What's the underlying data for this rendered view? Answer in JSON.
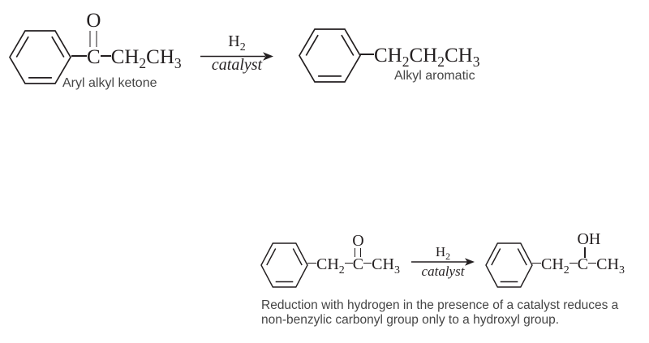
{
  "figure": {
    "background": "#ffffff",
    "ink_color": "#231f20",
    "label_color": "#454545"
  },
  "reaction_top": {
    "reactant": {
      "carbonyl_carbon": "C",
      "carbonyl_oxygen": "O",
      "chain_1": "CH",
      "chain_1_sub": "2",
      "chain_2": "CH",
      "chain_2_sub": "3",
      "label": "Aryl alkyl ketone"
    },
    "conditions": {
      "above": "H",
      "above_sub": "2",
      "below": "catalyst"
    },
    "product": {
      "chain_1": "CH",
      "chain_1_sub": "2",
      "chain_2": "CH",
      "chain_2_sub": "2",
      "chain_3": "CH",
      "chain_3_sub": "3",
      "label": "Alkyl aromatic"
    }
  },
  "reaction_bottom": {
    "reactant": {
      "benzylic": "CH",
      "benzylic_sub": "2",
      "carbonyl_carbon": "C",
      "carbonyl_oxygen": "O",
      "methyl": "CH",
      "methyl_sub": "3"
    },
    "conditions": {
      "above": "H",
      "above_sub": "2",
      "below": "catalyst"
    },
    "product": {
      "benzylic": "CH",
      "benzylic_sub": "2",
      "carbinol_carbon": "C",
      "hydroxyl": "OH",
      "methyl": "CH",
      "methyl_sub": "3"
    },
    "caption_line1": "Reduction with hydrogen in the presence of a catalyst reduces a",
    "caption_line2": "non-benzylic carbonyl group only to a hydroxyl group."
  }
}
